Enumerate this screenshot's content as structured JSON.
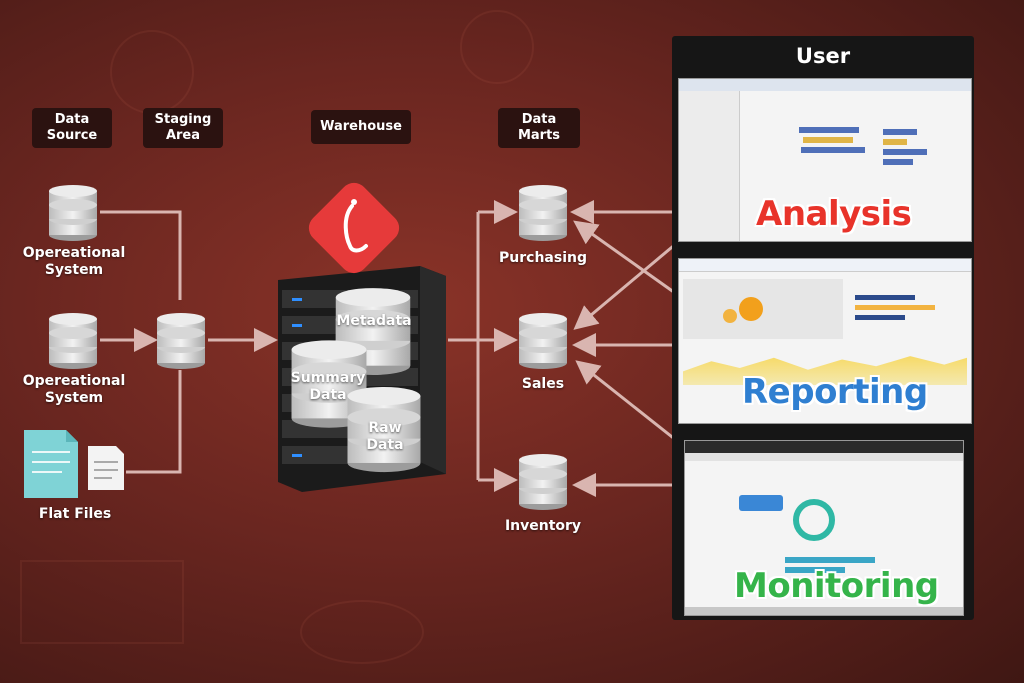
{
  "stages": {
    "data_source": "Data\nSource",
    "staging": "Staging\nArea",
    "warehouse": "Warehouse",
    "data_marts": "Data\nMarts"
  },
  "sources": {
    "op1": "Opereational\nSystem",
    "op2": "Opereational\nSystem",
    "flat": "Flat Files"
  },
  "warehouse_parts": {
    "metadata": "Metadata",
    "summary": "Summary\nData",
    "raw": "Raw\nData"
  },
  "marts": {
    "purchasing": "Purchasing",
    "sales": "Sales",
    "inventory": "Inventory"
  },
  "user": {
    "title": "User",
    "analysis": "Analysis",
    "reporting": "Reporting",
    "monitoring": "Monitoring"
  },
  "colors": {
    "analysis": "#e8332a",
    "reporting": "#2f7fd1",
    "monitoring": "#35b44a",
    "logo": "#e63a3a"
  }
}
